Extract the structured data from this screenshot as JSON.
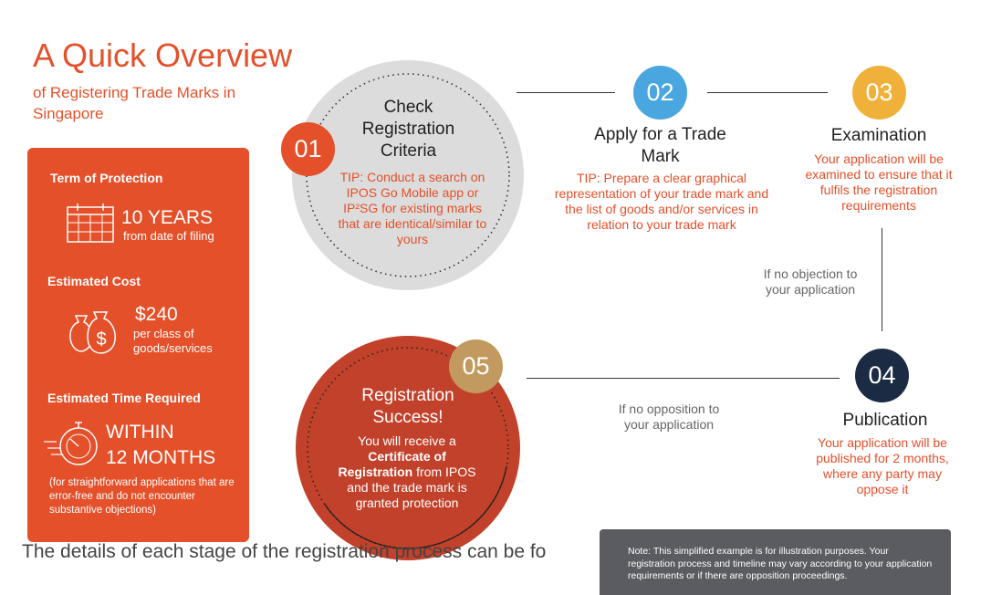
{
  "header": {
    "title": "A Quick Overview",
    "subtitle": "of Registering Trade Marks in Singapore"
  },
  "panel": {
    "term_heading": "Term of Protection",
    "term_value": "10 YEARS",
    "term_sub": "from date of filing",
    "cost_heading": "Estimated Cost",
    "cost_value": "$240",
    "cost_sub": "per class of goods/services",
    "time_heading": "Estimated Time Required",
    "time_value_1": "WITHIN",
    "time_value_2": "12 MONTHS",
    "time_note": "(for straightforward applications that are error-free and do not encounter substantive objections)"
  },
  "steps": [
    {
      "num": "01",
      "title": "Check Registration Criteria",
      "desc": "TIP: Conduct a search on IPOS Go Mobile app or IP²SG for existing marks that are identical/similar to yours",
      "color": "#e4502a"
    },
    {
      "num": "02",
      "title": "Apply for a Trade Mark",
      "desc": "TIP: Prepare a clear graphical representation of your trade mark and the list of goods and/or services in relation to your trade mark",
      "color": "#4aa6df"
    },
    {
      "num": "03",
      "title": "Examination",
      "desc": "Your application will be examined to ensure that it fulfils the registration requirements",
      "color": "#f0b13b"
    },
    {
      "num": "04",
      "title": "Publication",
      "desc": "Your application will be published for 2 months, where any party may oppose it",
      "color": "#1b2b44"
    },
    {
      "num": "05",
      "title": "Registration Success!",
      "desc_pre": "You will receive a",
      "desc_bold": "Certificate of Registration",
      "desc_post": "from IPOS and the trade mark is granted protection",
      "color": "#c29a5f"
    }
  ],
  "conditions": {
    "no_objection": "If no objection to your application",
    "no_opposition": "If no opposition to your application"
  },
  "footer": {
    "text": "The details of each stage of the registration process can be fo",
    "disclaimer": "Note: This simplified example is for illustration purposes. Your registration process and timeline may vary according to your application requirements or if there are opposition proceedings."
  }
}
